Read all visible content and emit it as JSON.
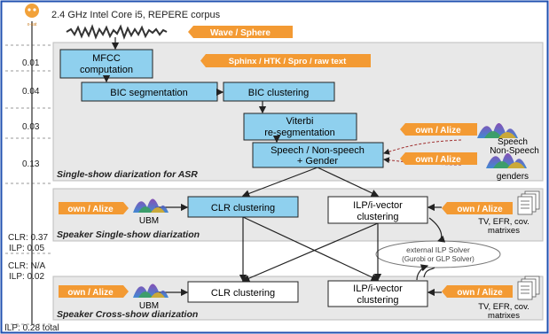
{
  "header": {
    "logo_text": "x-sat",
    "machine": "2.4 GHz Intel Core i5, REPERE corpus"
  },
  "tags": {
    "wave_sphere": "Wave / Sphere",
    "feature_tools": "Sphinx / HTK / Spro / raw text",
    "own_alize": "own / Alize"
  },
  "timings": {
    "t1": "0.01",
    "t2": "0.04",
    "t3": "0.03",
    "t4": "0.13",
    "clr1": "CLR: 0.37",
    "ilp1": "ILP: 0.05",
    "clr2": "CLR: N/A",
    "ilp2": "ILP: 0.02",
    "total": "ILP: 0.28 total"
  },
  "boxes": {
    "mfcc_1": "MFCC",
    "mfcc_2": "computation",
    "bic_seg": "BIC segmentation",
    "bic_clust": "BIC clustering",
    "viterbi_1": "Viterbi",
    "viterbi_2": "re-segmentation",
    "speech_1": "Speech / Non-speech",
    "speech_2": "+ Gender",
    "clr_single": "CLR clustering",
    "ilp_single_1": "ILP/i-vector",
    "ilp_single_2": "clustering",
    "clr_cross": "CLR clustering",
    "ilp_cross_1": "ILP/i-vector",
    "ilp_cross_2": "clustering",
    "solver_1": "external ILP Solver",
    "solver_2": "(Gurobi or GLP Solver)"
  },
  "models": {
    "speech_1": "Speech",
    "speech_2": "Non-Speech",
    "genders": "genders",
    "ubm": "UBM",
    "tv_1": "TV, EFR, cov.",
    "tv_2": "matrixes"
  },
  "sections": {
    "asr": "Single-show diarization for ASR",
    "single": "Speaker Single-show diarization",
    "cross": "Speaker Cross-show diarization"
  },
  "colors": {
    "process_box": "#8fd0ee",
    "orange_tag": "#f39a33",
    "panel": "#e8e8e8",
    "frame": "#2050b0"
  }
}
